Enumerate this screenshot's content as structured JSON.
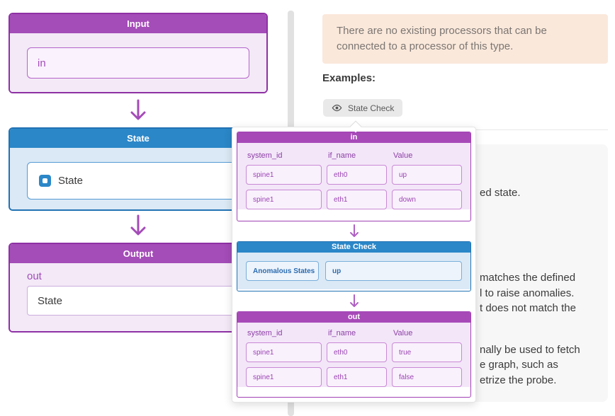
{
  "flow": {
    "input": {
      "title": "Input",
      "field_label": "in"
    },
    "state": {
      "title": "State",
      "item_label": "State"
    },
    "output": {
      "title": "Output",
      "port_label": "out",
      "field_label": "State"
    }
  },
  "panel": {
    "notice_text": "There are no existing processors that can be connected to a processor of this type.",
    "examples_heading": "Examples:",
    "example_button_label": "State Check",
    "doc_fragments": [
      "ed state.",
      "matches the defined",
      "l to raise anomalies.",
      "t does not match the",
      "nally be used to fetch",
      "e graph, such as",
      "etrize the probe."
    ]
  },
  "popup": {
    "in_table": {
      "title": "in",
      "columns": [
        "system_id",
        "if_name",
        "Value"
      ],
      "rows": [
        [
          "spine1",
          "eth0",
          "up"
        ],
        [
          "spine1",
          "eth1",
          "down"
        ]
      ]
    },
    "processor": {
      "title": "State Check",
      "matcher_label": "Anomalous States",
      "value": "up"
    },
    "out_table": {
      "title": "out",
      "columns": [
        "system_id",
        "if_name",
        "Value"
      ],
      "rows": [
        [
          "spine1",
          "eth0",
          "true"
        ],
        [
          "spine1",
          "eth1",
          "false"
        ]
      ]
    }
  },
  "colors": {
    "purple_header": "#a44cb8",
    "purple_border": "#8e31a4",
    "purple_body": "#f3e9f7",
    "blue_header": "#2b87c8",
    "blue_body": "#dbe9f6",
    "notice_bg": "#fae8db",
    "arrow_purple": "#a44cb8"
  }
}
